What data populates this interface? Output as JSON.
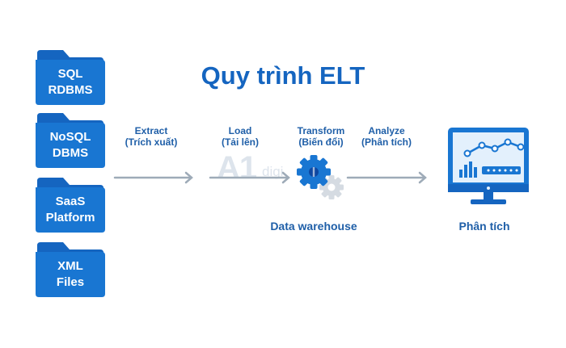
{
  "title": "Quy trình ELT",
  "sources": [
    {
      "line1": "SQL",
      "line2": "RDBMS"
    },
    {
      "line1": "NoSQL",
      "line2": "DBMS"
    },
    {
      "line1": "SaaS",
      "line2": "Platform"
    },
    {
      "line1": "XML",
      "line2": "Files"
    }
  ],
  "steps": [
    {
      "name": "Extract",
      "vi": "(Trích xuất)"
    },
    {
      "name": "Load",
      "vi": "(Tải lên)"
    },
    {
      "name": "Transform",
      "vi": "(Biến đổi)"
    },
    {
      "name": "Analyze",
      "vi": "(Phân tích)"
    }
  ],
  "captions": {
    "warehouse": "Data warehouse",
    "analysis": "Phân tích"
  },
  "watermark": {
    "logo": "A1",
    "text": "digi"
  },
  "icons": {
    "sources": "folder-icon",
    "warehouse": "gears-icon",
    "analysis": "monitor-chart-icon"
  },
  "colors": {
    "primary": "#1565c0",
    "folder": "#1976d2",
    "folder_tab": "#1565c0",
    "arrow": "#9eabb8",
    "gear_light": "#d5dbe2"
  }
}
